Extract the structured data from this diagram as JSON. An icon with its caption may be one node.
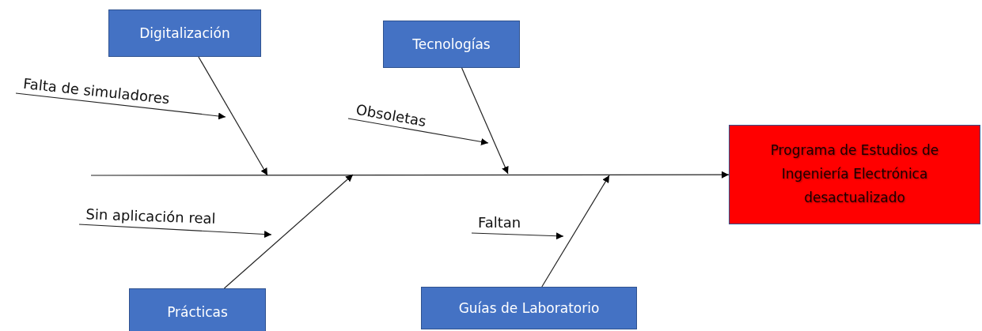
{
  "diagram": {
    "nodes": [
      {
        "text": [
          "Digitalización"
        ]
      },
      {
        "text": [
          "Tecnologías"
        ]
      },
      {
        "text": [
          "Prácticas"
        ]
      },
      {
        "text": [
          "Guías de Laboratorio"
        ]
      },
      {
        "text": [
          "Programa de Estudios de Ingeniería Electrónica desactualizado"
        ]
      },
      {
        "text": [
          "Falta de simuladores"
        ]
      },
      {
        "text": [
          "Obsoletas"
        ]
      },
      {
        "text": [
          "Sin aplicación real"
        ]
      },
      {
        "text": [
          "Faltan"
        ]
      }
    ],
    "edges": [
      {
        "from": null,
        "to": 4,
        "arrow": "to"
      },
      {
        "from": 0,
        "to": null,
        "arrow": "to"
      },
      {
        "from": 1,
        "to": null,
        "arrow": "to"
      },
      {
        "from": 2,
        "to": null,
        "arrow": "to"
      },
      {
        "from": 3,
        "to": null,
        "arrow": "to"
      },
      {
        "from": 5,
        "to": null,
        "arrow": "to"
      },
      {
        "from": 6,
        "to": null,
        "arrow": "to"
      },
      {
        "from": 7,
        "to": null,
        "arrow": "to"
      },
      {
        "from": 8,
        "to": null,
        "arrow": "to"
      }
    ]
  }
}
